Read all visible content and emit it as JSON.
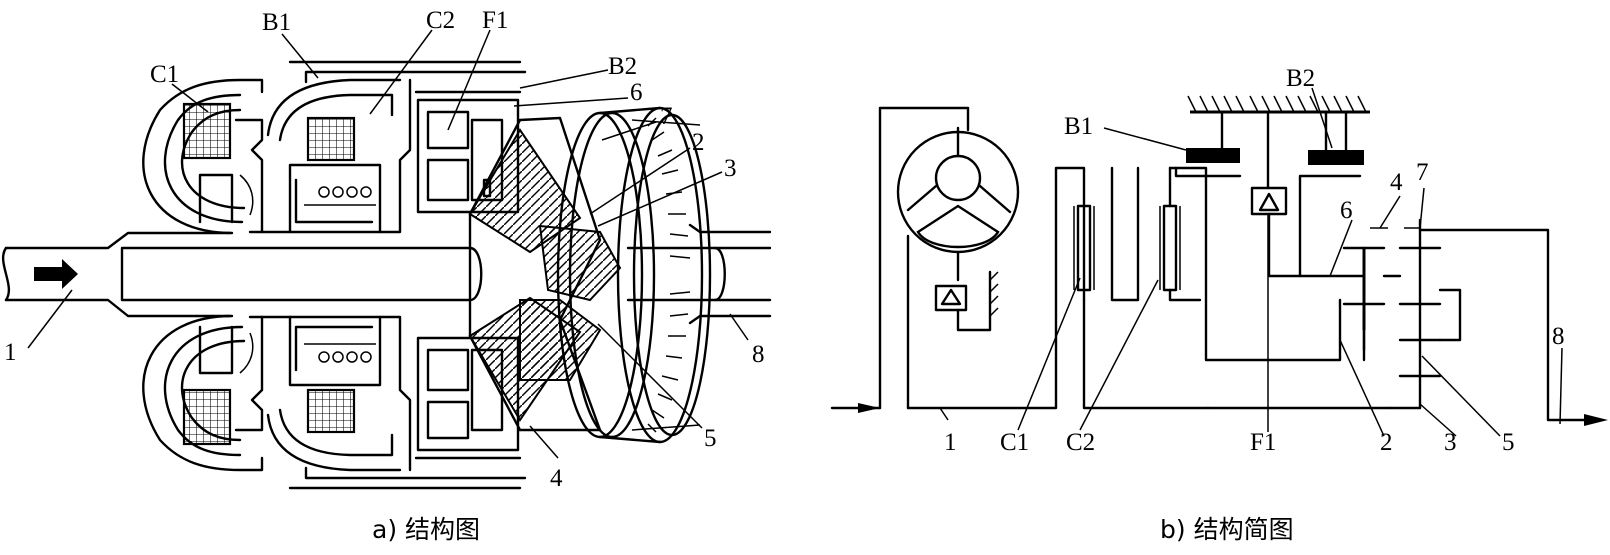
{
  "labels_a": {
    "input_shaft": "1",
    "clutch_c1": "C1",
    "brake_b1": "B1",
    "clutch_c2": "C2",
    "freewheel_f1": "F1",
    "brake_b2": "B2",
    "part_6": "6",
    "ring_gear_7": "7",
    "part_2": "2",
    "part_3": "3",
    "part_5": "5",
    "part_4": "4",
    "output_8": "8"
  },
  "labels_b": {
    "brake_b1": "B1",
    "brake_b2": "B2",
    "part_4": "4",
    "part_7": "7",
    "part_6": "6",
    "output_8": "8",
    "input_1": "1",
    "clutch_c1": "C1",
    "clutch_c2": "C2",
    "freewheel_f1": "F1",
    "part_2": "2",
    "part_3": "3",
    "part_5": "5"
  },
  "captions": {
    "a": "a) 结构图",
    "b": "b) 结构简图"
  }
}
